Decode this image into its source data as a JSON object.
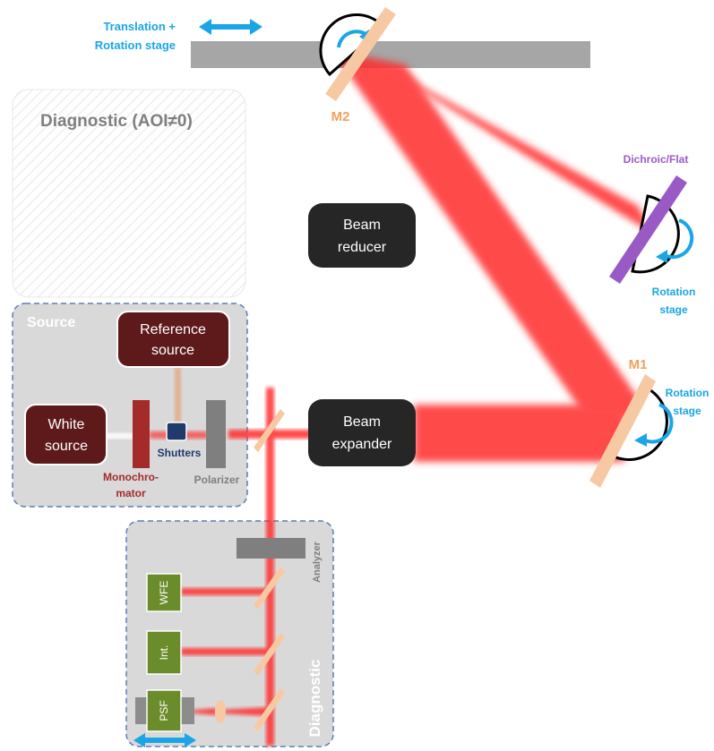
{
  "labels": {
    "translation_stage": [
      "Translation +",
      "Rotation stage"
    ],
    "m2": "M2",
    "m1": "M1",
    "diagnostic_aoi": "Diagnostic  (AOI≠0)",
    "dichroic_flat": "Dichroic/Flat",
    "rotation_stage_right": [
      "Rotation",
      "stage"
    ],
    "rotation_stage_m1": [
      "Rotation",
      "stage"
    ],
    "beam_reducer": [
      "Beam",
      "reducer"
    ],
    "beam_expander": [
      "Beam",
      "expander"
    ],
    "source_title": "Source",
    "reference_source": [
      "Reference",
      "source"
    ],
    "white_source": [
      "White",
      "source"
    ],
    "shutters": "Shutters",
    "monochromator": [
      "Monochro-",
      "mator"
    ],
    "polarizer": "Polarizer",
    "analyzer": "Analyzer",
    "diagnostic_title": "Diagnostic",
    "wfe": "WFE",
    "int": "Int.",
    "psf": "PSF"
  },
  "colors": {
    "beam": "#ff2a2a",
    "stage_blue": "#1aa6e6",
    "mirror_peach": "#f7c9a3",
    "label_orange": "#f2a05c",
    "dark_box": "#262626",
    "maroon_box": "#5e1a1a",
    "green_box": "#6b8c2a",
    "dichroic_purple": "#9a5ac6",
    "panel_grey": "#d9d9d9",
    "panel_border": "#5a7fb8"
  }
}
